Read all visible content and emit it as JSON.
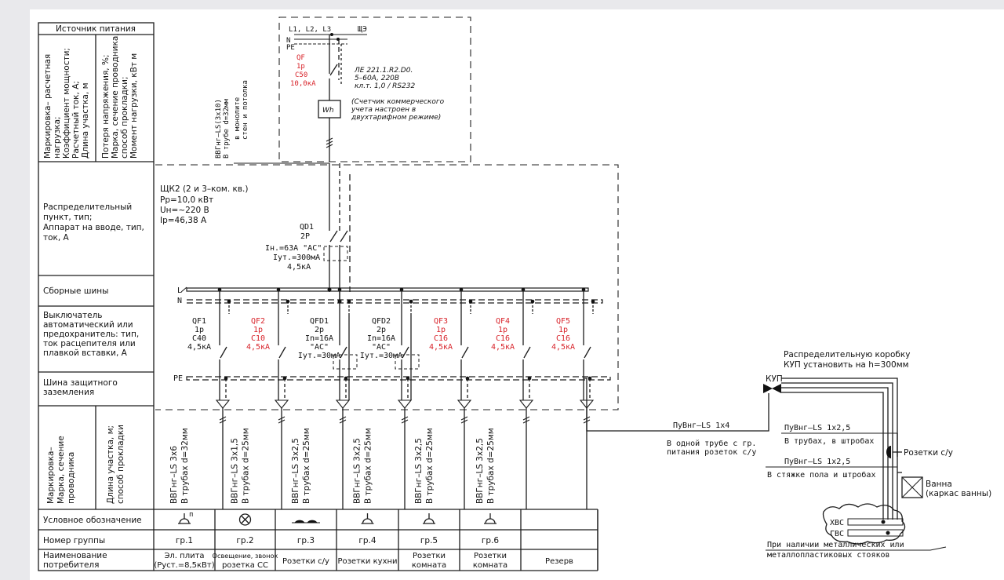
{
  "left_table": {
    "power_source": "Источник питания",
    "marking_rows_a": [
      "Маркировка– расчетная",
      "нагрузка;",
      "Коэффициент мощности;",
      "Расчетный ток, А;",
      "Длина участка, м"
    ],
    "marking_rows_b": [
      "Потеря напряжения, %;",
      "Марка, сечение проводника,",
      "способ прокладки;",
      "Момент нагрузки, кВт м"
    ],
    "distribution_point": [
      "Распределительный",
      "пункт, тип;",
      "Аппарат на вводе, тип,",
      "ток, А"
    ],
    "busbars": "Сборные шины",
    "breaker": [
      "Выключатель",
      "автоматический или",
      "предохранитель: тип,",
      "ток расцепителя или",
      "плавкой вставки, А"
    ],
    "pe_bus": [
      "Шина защитного",
      "заземления"
    ],
    "cable_a": [
      "Маркировка–",
      "Марка, сечение",
      "проводника"
    ],
    "cable_b": [
      "Длина участка, м;",
      "способ прокладки"
    ],
    "symbol": "Условное обозначение",
    "group_number": "Номер группы",
    "consumer_name": [
      "Наименование",
      "потребителя"
    ]
  },
  "input": {
    "phases": "L1, L2, L3",
    "n": "N",
    "pe": "PE",
    "panel": "ЩЭ",
    "qf_label": [
      "QF",
      "1p",
      "C50",
      "10,0кА"
    ],
    "meter": "Wh",
    "meter_spec": [
      "ЛЕ 221.1.R2.D0.",
      "5–60A, 220В",
      "кл.т. 1,0 / RS232"
    ],
    "meter_note": [
      "(Счетчик коммерческого",
      "учета настроен в",
      "двухтарифном режиме)"
    ],
    "cable": [
      "ВВГнг–LS(3х10)",
      "В трубе d=32мм",
      "в монолите",
      "стен и потолка"
    ]
  },
  "panel": {
    "title": "ЩК2 (2 и 3–ком. кв.)",
    "pp": "Рр=10,0 кВт",
    "un": "Uн=~220 В",
    "ip": "Iр=46,38 А",
    "qd1": [
      "QD1",
      "2P",
      "Iн.=63А \"АС\"",
      "Iут.=300мА",
      "4,5кА"
    ],
    "bus_l": "L",
    "bus_n": "N",
    "bus_pe": "PE"
  },
  "breakers": [
    {
      "lines": [
        "QF1",
        "1p",
        "C40",
        "4,5кА"
      ],
      "red": false
    },
    {
      "lines": [
        "QF2",
        "1p",
        "C10",
        "4,5кА"
      ],
      "red": true
    },
    {
      "lines": [
        "QFD1",
        "2p",
        "In=16A",
        "\"AC\"",
        "Iут.=30мА"
      ],
      "red": false
    },
    {
      "lines": [
        "QFD2",
        "2p",
        "In=16A",
        "\"AC\"",
        "Iут.=30мА"
      ],
      "red": false
    },
    {
      "lines": [
        "QF3",
        "1p",
        "C16",
        "4,5кА"
      ],
      "red": true
    },
    {
      "lines": [
        "QF4",
        "1p",
        "C16",
        "4,5кА"
      ],
      "red": true
    },
    {
      "lines": [
        "QF5",
        "1p",
        "C16",
        "4,5кА"
      ],
      "red": true
    }
  ],
  "groups": [
    {
      "cable": "ВВГнг–LS 3х6",
      "laying": "В трубах d=32мм",
      "symbol": "stove",
      "number": "гр.1",
      "consumer": [
        "Эл. плита",
        "(Руст.=8,5кВт)"
      ]
    },
    {
      "cable": "ВВГнг–LS 3х1,5",
      "laying": "В трубах d=25мм",
      "symbol": "lamp",
      "number": "гр.2",
      "consumer": [
        "Освещение, звонок",
        "розетка СС"
      ]
    },
    {
      "cable": "ВВГнг–LS 3х2,5",
      "laying": "В трубах d=25мм",
      "symbol": "socket-filled",
      "number": "гр.3",
      "consumer": [
        "Розетки с/у"
      ]
    },
    {
      "cable": "ВВГнг–LS 3х2,5",
      "laying": "В трубах d=25мм",
      "symbol": "socket",
      "number": "гр.4",
      "consumer": [
        "Розетки кухни"
      ]
    },
    {
      "cable": "ВВГнг–LS 3х2,5",
      "laying": "В трубах d=25мм",
      "symbol": "socket",
      "number": "гр.5",
      "consumer": [
        "Розетки",
        "комната"
      ]
    },
    {
      "cable": "ВВГнг–LS 3х2,5",
      "laying": "В трубах d=25мм",
      "symbol": "socket",
      "number": "гр.6",
      "consumer": [
        "Розетки",
        "комната"
      ]
    },
    {
      "cable": "",
      "laying": "",
      "symbol": "",
      "number": "",
      "consumer": [
        "Резерв"
      ]
    }
  ],
  "right": {
    "kup_note": [
      "Распределительную коробку",
      "КУП установить на h=300мм"
    ],
    "kup": "КУП",
    "pe_cable": "ПуВнг–LS 1х4",
    "pe_note": [
      "В одной трубе с гр.",
      "питания розеток с/у"
    ],
    "cable1": "ПуВнг–LS 1х2,5",
    "cable1_note": "В трубах, в штробах",
    "sockets": "Розетки с/у",
    "cable2": "ПуВнг–LS 1х2,5",
    "cable2_note": "В стяжке пола и штробах",
    "bath": [
      "Ванна",
      "(каркас ванны)"
    ],
    "hvs": "ХВС",
    "gvs": "ГВС",
    "bottom_note": [
      "При наличии металлических или",
      "металлопластиковых стояков"
    ]
  },
  "colors": {
    "red": "#d8232a",
    "ink": "#1c1c1c"
  }
}
